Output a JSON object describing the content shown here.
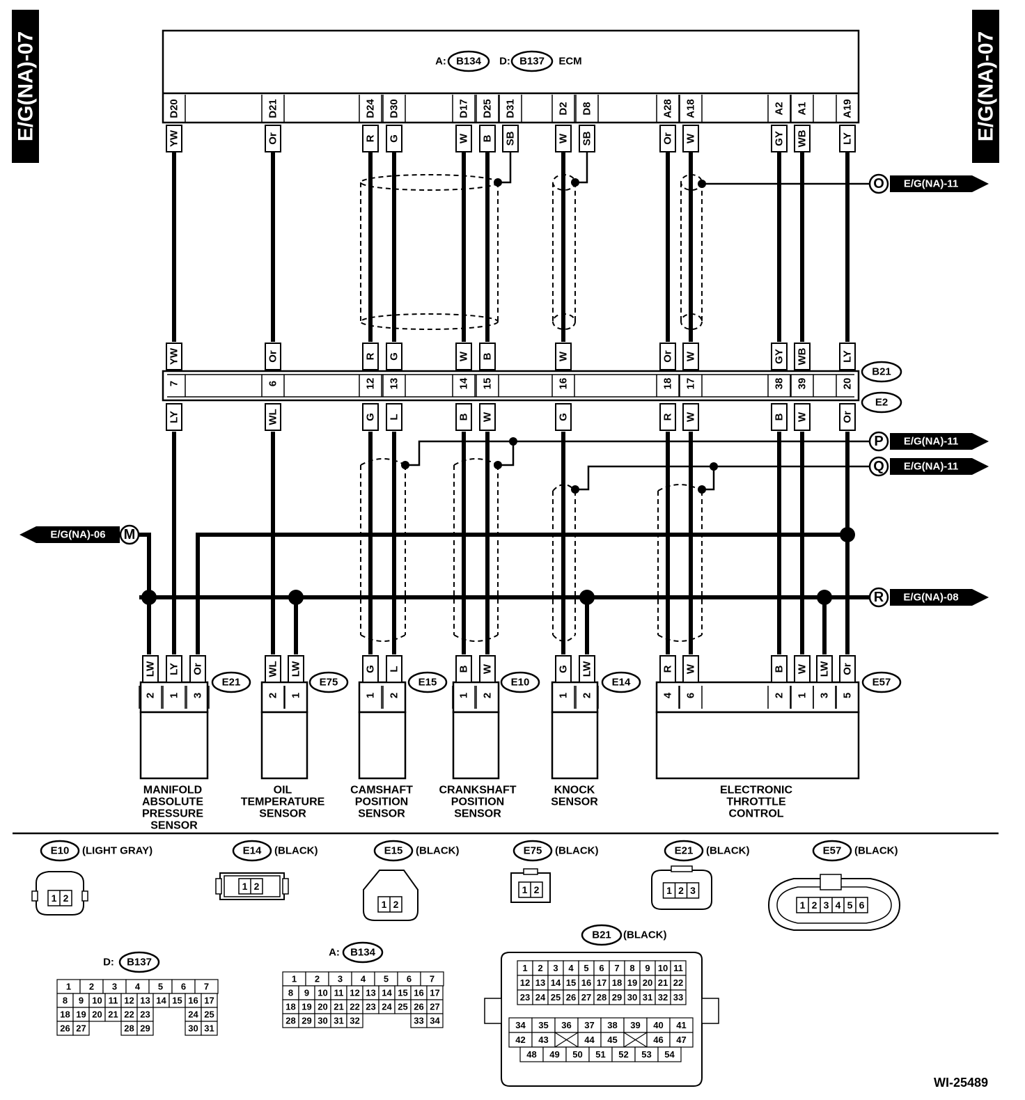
{
  "page": {
    "tag": "E/G(NA)-07",
    "figure_id": "WI-25489"
  },
  "ecm": {
    "prefix_a": "A:",
    "conn_a": "B134",
    "prefix_d": "D:",
    "conn_d": "B137",
    "name": "ECM"
  },
  "wires": [
    {
      "ecm_pin": "D20",
      "ecm_color": "YW",
      "b21_pin": "7",
      "b21_color": "YW",
      "e2_color": "LY",
      "sensor_pin": "1",
      "sensor_color": "LY"
    },
    {
      "ecm_pin": "D21",
      "ecm_color": "Or",
      "b21_pin": "6",
      "b21_color": "Or",
      "e2_color": "WL",
      "sensor_pin": "2",
      "sensor_color": "WL"
    },
    {
      "ecm_pin": "D24",
      "ecm_color": "R",
      "b21_pin": "12",
      "b21_color": "R",
      "e2_color": "G",
      "sensor_pin": "1",
      "sensor_color": "G"
    },
    {
      "ecm_pin": "D30",
      "ecm_color": "G",
      "b21_pin": "13",
      "b21_color": "G",
      "e2_color": "L",
      "sensor_pin": "2",
      "sensor_color": "L"
    },
    {
      "ecm_pin": "D17",
      "ecm_color": "W",
      "b21_pin": "14",
      "b21_color": "W",
      "e2_color": "B",
      "sensor_pin": "1",
      "sensor_color": "B"
    },
    {
      "ecm_pin": "D25",
      "ecm_color": "B",
      "b21_pin": "15",
      "b21_color": "B",
      "e2_color": "W",
      "sensor_pin": "2",
      "sensor_color": "W"
    },
    {
      "ecm_pin": "D31",
      "ecm_color": "SB"
    },
    {
      "ecm_pin": "D2",
      "ecm_color": "W",
      "b21_pin": "16",
      "b21_color": "W",
      "e2_color": "G",
      "sensor_pin": "1",
      "sensor_color": "G"
    },
    {
      "ecm_pin": "D8",
      "ecm_color": "SB"
    },
    {
      "ecm_pin": "A28",
      "ecm_color": "Or",
      "b21_pin": "18",
      "b21_color": "Or",
      "e2_color": "R",
      "sensor_pin": "4",
      "sensor_color": "R"
    },
    {
      "ecm_pin": "A18",
      "ecm_color": "W",
      "b21_pin": "17",
      "b21_color": "W",
      "e2_color": "W",
      "sensor_pin": "6",
      "sensor_color": "W"
    },
    {
      "ecm_pin": "A2",
      "ecm_color": "GY",
      "b21_pin": "38",
      "b21_color": "GY",
      "e2_color": "B",
      "sensor_pin": "2",
      "sensor_color": "B"
    },
    {
      "ecm_pin": "A1",
      "ecm_color": "WB",
      "b21_pin": "39",
      "b21_color": "WB",
      "e2_color": "W",
      "sensor_pin": "1",
      "sensor_color": "W"
    },
    {
      "ecm_pin": "A19",
      "ecm_color": "LY",
      "b21_pin": "20",
      "b21_color": "LY",
      "e2_color": "Or",
      "sensor_pin": "5",
      "sensor_color": "Or"
    }
  ],
  "extra_pins": [
    {
      "pin": "2",
      "color": "LW"
    },
    {
      "pin": "3",
      "color": "Or"
    },
    {
      "pin": "1",
      "color": "LW"
    },
    {
      "pin": "2",
      "color": "LW"
    },
    {
      "pin": "3",
      "color": "LW"
    }
  ],
  "connectors": {
    "b21": "B21",
    "e2": "E2"
  },
  "refs": [
    {
      "letter": "O",
      "label": "E/G(NA)-11"
    },
    {
      "letter": "P",
      "label": "E/G(NA)-11"
    },
    {
      "letter": "Q",
      "label": "E/G(NA)-11"
    },
    {
      "letter": "R",
      "label": "E/G(NA)-08"
    },
    {
      "letter": "M",
      "label": "E/G(NA)-06"
    }
  ],
  "components": [
    {
      "conn": "E21",
      "name": [
        "MANIFOLD",
        "ABSOLUTE",
        "PRESSURE",
        "SENSOR"
      ]
    },
    {
      "conn": "E75",
      "name": [
        "OIL",
        "TEMPERATURE",
        "SENSOR"
      ]
    },
    {
      "conn": "E15",
      "name": [
        "CAMSHAFT",
        "POSITION",
        "SENSOR"
      ]
    },
    {
      "conn": "E10",
      "name": [
        "CRANKSHAFT",
        "POSITION",
        "SENSOR"
      ]
    },
    {
      "conn": "E14",
      "name": [
        "KNOCK",
        "SENSOR"
      ]
    },
    {
      "conn": "E57",
      "name": [
        "ELECTRONIC",
        "THROTTLE",
        "CONTROL"
      ]
    }
  ],
  "legend": [
    {
      "conn": "E10",
      "color": "(LIGHT GRAY)",
      "pins": [
        "1",
        "2"
      ]
    },
    {
      "conn": "E14",
      "color": "(BLACK)",
      "pins": [
        "1",
        "2"
      ]
    },
    {
      "conn": "E15",
      "color": "(BLACK)",
      "pins": [
        "1",
        "2"
      ]
    },
    {
      "conn": "E75",
      "color": "(BLACK)",
      "pins": [
        "1",
        "2"
      ]
    },
    {
      "conn": "E21",
      "color": "(BLACK)",
      "pins": [
        "1",
        "2",
        "3"
      ]
    },
    {
      "conn": "E57",
      "color": "(BLACK)",
      "pins": [
        "1",
        "2",
        "3",
        "4",
        "5",
        "6"
      ]
    }
  ],
  "pin_tables": {
    "b137": {
      "prefix": "D:",
      "conn": "B137",
      "rows": [
        [
          "1",
          "2",
          "3",
          "4",
          "5",
          "6",
          "7"
        ],
        [
          "8",
          "9",
          "10",
          "11",
          "12",
          "13",
          "14",
          "15",
          "16",
          "17"
        ],
        [
          "18",
          "19",
          "20",
          "21",
          "22",
          "23",
          "",
          "",
          "24",
          "25"
        ],
        [
          "26",
          "27",
          "",
          "",
          "28",
          "29",
          "",
          "",
          "30",
          "31"
        ]
      ]
    },
    "b134": {
      "prefix": "A:",
      "conn": "B134",
      "rows": [
        [
          "1",
          "2",
          "3",
          "4",
          "5",
          "6",
          "7"
        ],
        [
          "8",
          "9",
          "10",
          "11",
          "12",
          "13",
          "14",
          "15",
          "16",
          "17"
        ],
        [
          "18",
          "19",
          "20",
          "21",
          "22",
          "23",
          "24",
          "25",
          "26",
          "27"
        ],
        [
          "28",
          "29",
          "30",
          "31",
          "32",
          "",
          "",
          "",
          "33",
          "34"
        ]
      ]
    },
    "b21": {
      "conn": "B21",
      "color": "(BLACK)",
      "rows": [
        [
          "1",
          "2",
          "3",
          "4",
          "5",
          "6",
          "7",
          "8",
          "9",
          "10",
          "11"
        ],
        [
          "12",
          "13",
          "14",
          "15",
          "16",
          "17",
          "18",
          "19",
          "20",
          "21",
          "22"
        ],
        [
          "23",
          "24",
          "25",
          "26",
          "27",
          "28",
          "29",
          "30",
          "31",
          "32",
          "33"
        ],
        [
          "34",
          "35",
          "36",
          "37",
          "38",
          "39",
          "40",
          "41"
        ],
        [
          "42",
          "43",
          "",
          "44",
          "45",
          "",
          "46",
          "47"
        ],
        [
          "48",
          "49",
          "50",
          "51",
          "52",
          "53",
          "54"
        ]
      ]
    }
  }
}
